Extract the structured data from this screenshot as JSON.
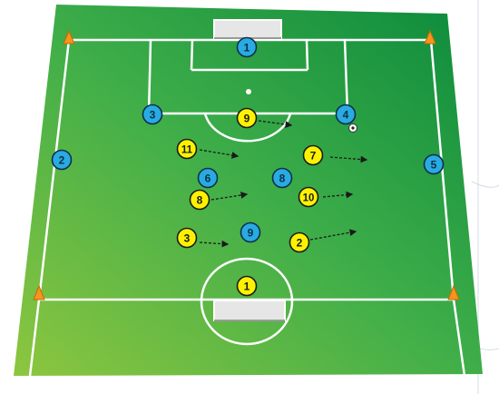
{
  "field": {
    "colors": {
      "grass_light": "#8dc63f",
      "grass_mid": "#3fae49",
      "grass_dark": "#0b8a3c",
      "line": "#ffffff",
      "cone": "#f7931e"
    }
  },
  "blue_team": {
    "color": "#29abe2",
    "players": [
      {
        "number": "1",
        "role": "goalkeeper"
      },
      {
        "number": "2"
      },
      {
        "number": "3"
      },
      {
        "number": "4"
      },
      {
        "number": "5"
      },
      {
        "number": "6"
      },
      {
        "number": "8"
      },
      {
        "number": "9"
      }
    ]
  },
  "yellow_team": {
    "color": "#fff200",
    "players": [
      {
        "number": "9"
      },
      {
        "number": "11"
      },
      {
        "number": "7"
      },
      {
        "number": "8"
      },
      {
        "number": "10"
      },
      {
        "number": "3"
      },
      {
        "number": "2"
      },
      {
        "number": "1",
        "role": "goalkeeper"
      }
    ]
  },
  "runs": [
    {
      "from": "9"
    },
    {
      "from": "11"
    },
    {
      "from": "7"
    },
    {
      "from": "8"
    },
    {
      "from": "10"
    },
    {
      "from": "3"
    },
    {
      "from": "2"
    }
  ],
  "ball": {
    "icon": "soccer-ball-icon"
  }
}
